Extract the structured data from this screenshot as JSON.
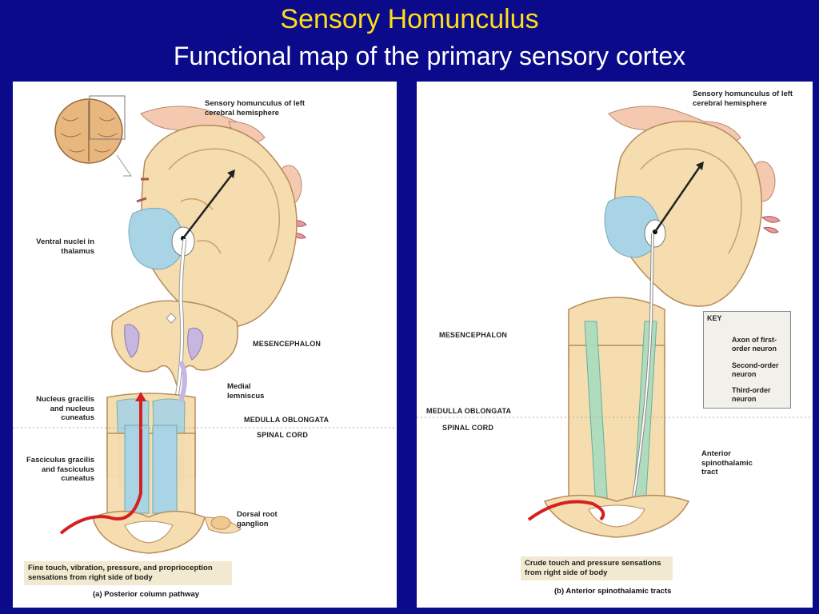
{
  "slide": {
    "title": "Sensory Homunculus",
    "subtitle": "Functional map of the primary sensory cortex"
  },
  "panel_a": {
    "label_homunculus": "Sensory homunculus of left cerebral hemisphere",
    "label_ventral_nuclei": "Ventral nuclei in thalamus",
    "label_mesencephalon": "MESENCEPHALON",
    "label_medial_lemniscus": "Medial lemniscus",
    "label_nucleus_gracilis": "Nucleus gracilis and nucleus cuneatus",
    "label_medulla": "MEDULLA OBLONGATA",
    "label_spinal_cord": "SPINAL CORD",
    "label_fasciculus": "Fasciculus gracilis and fasciculus cuneatus",
    "label_dorsal_root": "Dorsal root ganglion",
    "caption": "Fine touch, vibration, pressure, and proprioception sensations from right side of body",
    "title": "(a) Posterior column pathway"
  },
  "panel_b": {
    "label_homunculus": "Sensory homunculus of left cerebral hemisphere",
    "label_mesencephalon": "MESENCEPHALON",
    "label_medulla": "MEDULLA OBLONGATA",
    "label_spinal_cord": "SPINAL CORD",
    "label_anterior_tract": "Anterior spinothalamic tract",
    "caption": "Crude touch and pressure sensations from right side of body",
    "title": "(b) Anterior spinothalamic tracts",
    "key": {
      "heading": "KEY",
      "first_order": "Axon of first-order neuron",
      "second_order": "Second-order neuron",
      "third_order": "Third-order neuron"
    }
  },
  "colors": {
    "background": "#0a0a8a",
    "title": "#ffde17",
    "subtitle": "#ffffff",
    "first_order_axon": "#d42020",
    "tissue": "#f5ddb0",
    "tract_blue": "#a8d4e6",
    "tract_green": "#a9dcc0"
  }
}
